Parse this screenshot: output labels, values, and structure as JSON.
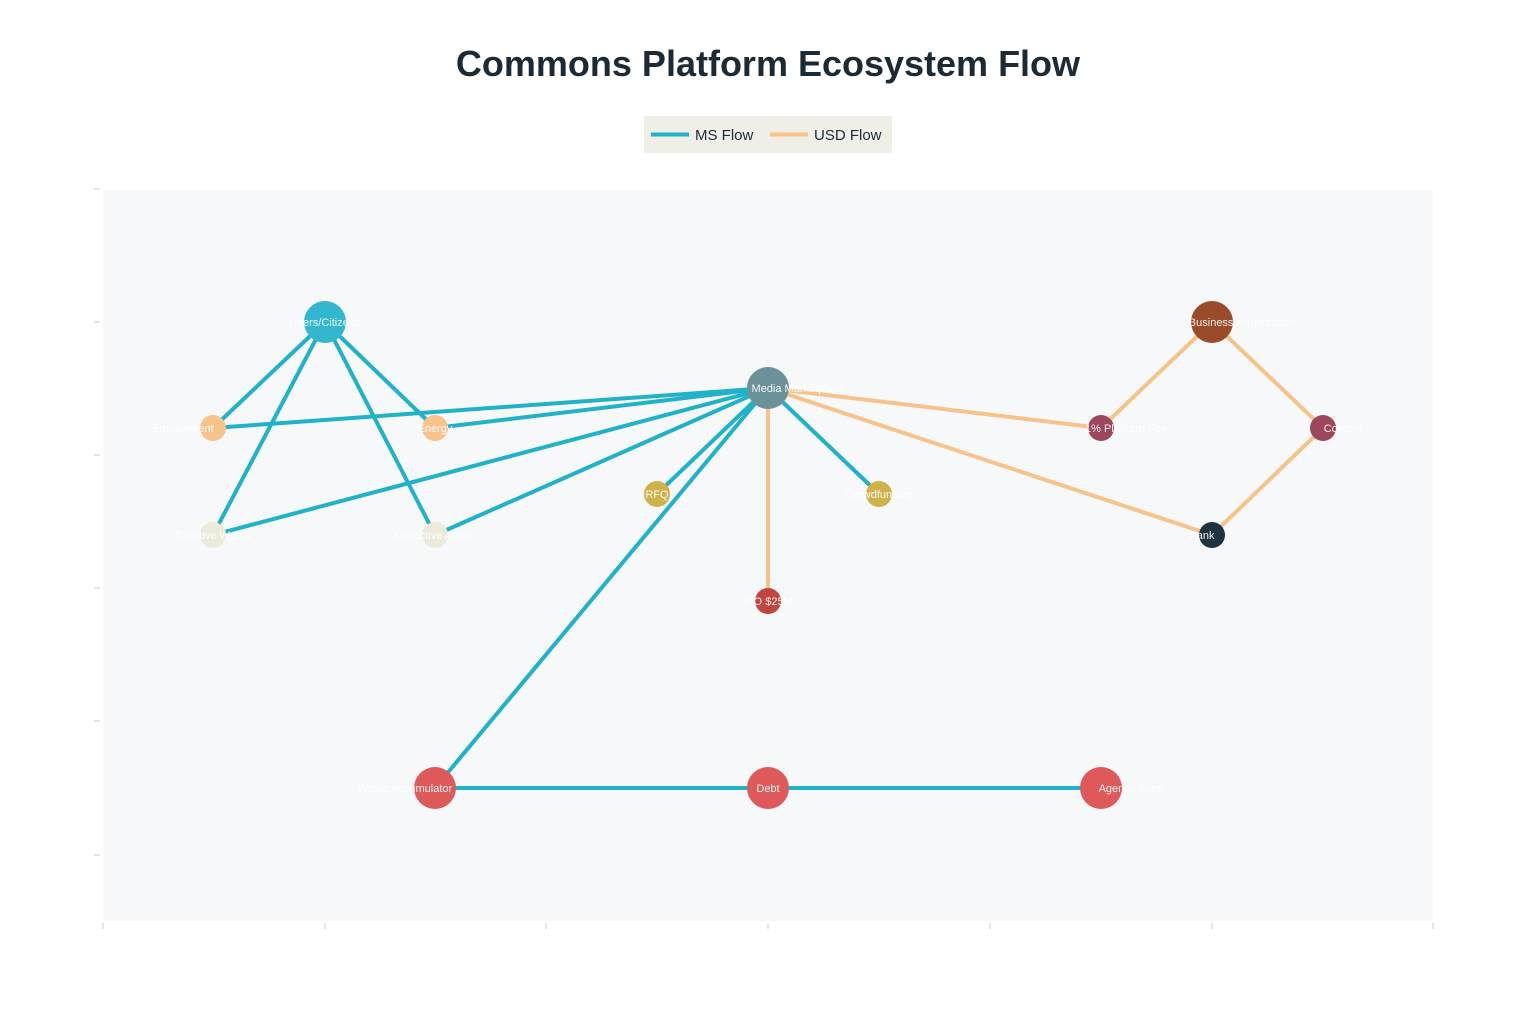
{
  "title": "Commons Platform Ecosystem Flow",
  "legend": [
    {
      "key": "ms",
      "label": "MS Flow",
      "color": "#1FB2C8"
    },
    {
      "key": "usd",
      "label": "USD Flow",
      "color": "#F7C38A"
    }
  ],
  "colors": {
    "plot_background": "#F6F8F9",
    "legend_background": "#EFEFE7",
    "title": "#1B2A34"
  },
  "nodes": [
    {
      "id": "users",
      "label": "Users/Citizens",
      "color": "#32B7CF",
      "size": "large"
    },
    {
      "id": "employment",
      "label": "Employment",
      "color": "#F7C38A",
      "size": "small"
    },
    {
      "id": "energy",
      "label": "Energy",
      "color": "#F7C38A",
      "size": "small"
    },
    {
      "id": "creative",
      "label": "Creative Works",
      "color": "#ECEBDB",
      "size": "small"
    },
    {
      "id": "collective",
      "label": "Collective Action",
      "color": "#ECEBDB",
      "size": "small"
    },
    {
      "id": "media",
      "label": "Media Marketplace",
      "color": "#6C9199",
      "size": "large"
    },
    {
      "id": "rfq",
      "label": "RFQ",
      "color": "#D0B24A",
      "size": "small"
    },
    {
      "id": "crowdfunding",
      "label": "Crowdfunding",
      "color": "#D0B24A",
      "size": "small"
    },
    {
      "id": "ipo",
      "label": "IPO $25M",
      "color": "#C0463F",
      "size": "small"
    },
    {
      "id": "registration",
      "label": "Business Registration",
      "color": "#9A4B2A",
      "size": "large"
    },
    {
      "id": "fee",
      "label": "1% Platform Fee",
      "color": "#9C475B",
      "size": "small"
    },
    {
      "id": "content",
      "label": "Content",
      "color": "#9C475B",
      "size": "small"
    },
    {
      "id": "bank",
      "label": "Bank",
      "color": "#1E3340",
      "size": "small"
    },
    {
      "id": "waste",
      "label": "Waste Accumulator",
      "color": "#DE5A5A",
      "size": "large"
    },
    {
      "id": "debt",
      "label": "Debt",
      "color": "#DE5A5A",
      "size": "large"
    },
    {
      "id": "agency",
      "label": "Agency Fund",
      "color": "#DE5A5A",
      "size": "large"
    }
  ],
  "edges": [
    {
      "from": "users",
      "to": "employment",
      "type": "ms"
    },
    {
      "from": "users",
      "to": "energy",
      "type": "ms"
    },
    {
      "from": "users",
      "to": "creative",
      "type": "ms"
    },
    {
      "from": "users",
      "to": "collective",
      "type": "ms"
    },
    {
      "from": "employment",
      "to": "media",
      "type": "ms"
    },
    {
      "from": "energy",
      "to": "media",
      "type": "ms"
    },
    {
      "from": "creative",
      "to": "media",
      "type": "ms"
    },
    {
      "from": "collective",
      "to": "media",
      "type": "ms"
    },
    {
      "from": "media",
      "to": "rfq",
      "type": "ms"
    },
    {
      "from": "media",
      "to": "crowdfunding",
      "type": "ms"
    },
    {
      "from": "media",
      "to": "waste",
      "type": "ms"
    },
    {
      "from": "waste",
      "to": "debt",
      "type": "ms"
    },
    {
      "from": "debt",
      "to": "agency",
      "type": "ms"
    },
    {
      "from": "media",
      "to": "ipo",
      "type": "usd"
    },
    {
      "from": "media",
      "to": "fee",
      "type": "usd"
    },
    {
      "from": "media",
      "to": "bank",
      "type": "usd"
    },
    {
      "from": "fee",
      "to": "registration",
      "type": "usd"
    },
    {
      "from": "registration",
      "to": "content",
      "type": "usd"
    },
    {
      "from": "content",
      "to": "bank",
      "type": "usd"
    }
  ]
}
